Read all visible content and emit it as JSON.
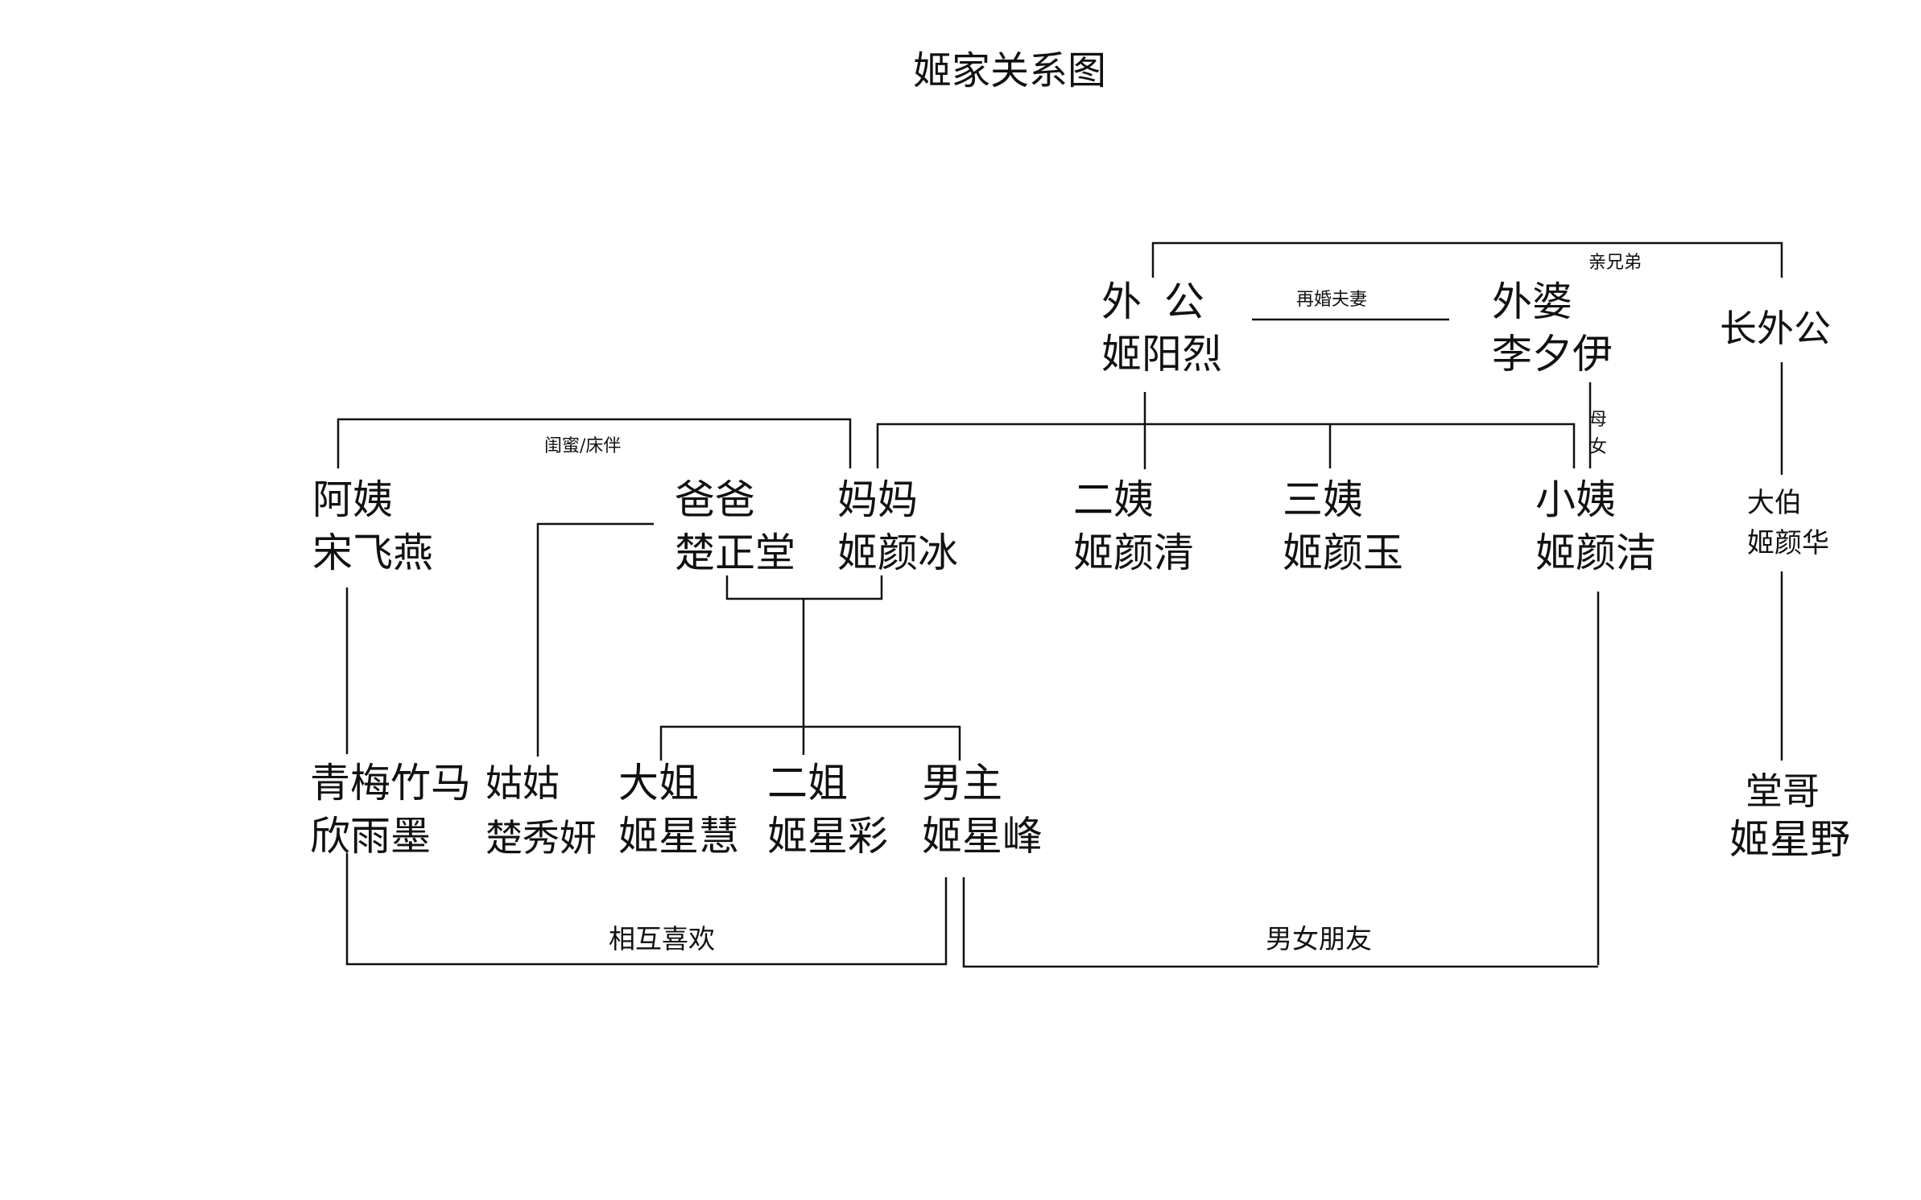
{
  "title": "姬家关系图",
  "people": {
    "waigong": {
      "role": "外 公",
      "name": "姬阳烈"
    },
    "waipo": {
      "role": "外婆",
      "name": "李夕伊"
    },
    "changwaigong": {
      "role": "长外公"
    },
    "ayi": {
      "role": "阿姨",
      "name": "宋飞燕"
    },
    "baba": {
      "role": "爸爸",
      "name": "楚正堂"
    },
    "mama": {
      "role": "妈妈",
      "name": "姬颜冰"
    },
    "eryi": {
      "role": "二姨",
      "name": "姬颜清"
    },
    "sanyi": {
      "role": "三姨",
      "name": "姬颜玉"
    },
    "xiaoyi": {
      "role": "小姨",
      "name": "姬颜洁"
    },
    "dabo": {
      "role": "大伯",
      "name": "姬颜华"
    },
    "qingmei": {
      "role": "青梅竹马",
      "name": "欣雨墨"
    },
    "gugu": {
      "role": "姑姑",
      "name": "楚秀妍"
    },
    "dajie": {
      "role": "大姐",
      "name": "姬星慧"
    },
    "erjie": {
      "role": "二姐",
      "name": "姬星彩"
    },
    "nanzhu": {
      "role": "男主",
      "name": "姬星峰"
    },
    "tangge": {
      "role": "堂哥",
      "name": "姬星野"
    }
  },
  "relations": {
    "brothers": "亲兄弟",
    "remarried": "再婚夫妻",
    "bestie": "闺蜜/床伴",
    "mother_daughter_1": "母",
    "mother_daughter_2": "女",
    "mutual_like": "相互喜欢",
    "couple": "男女朋友"
  }
}
